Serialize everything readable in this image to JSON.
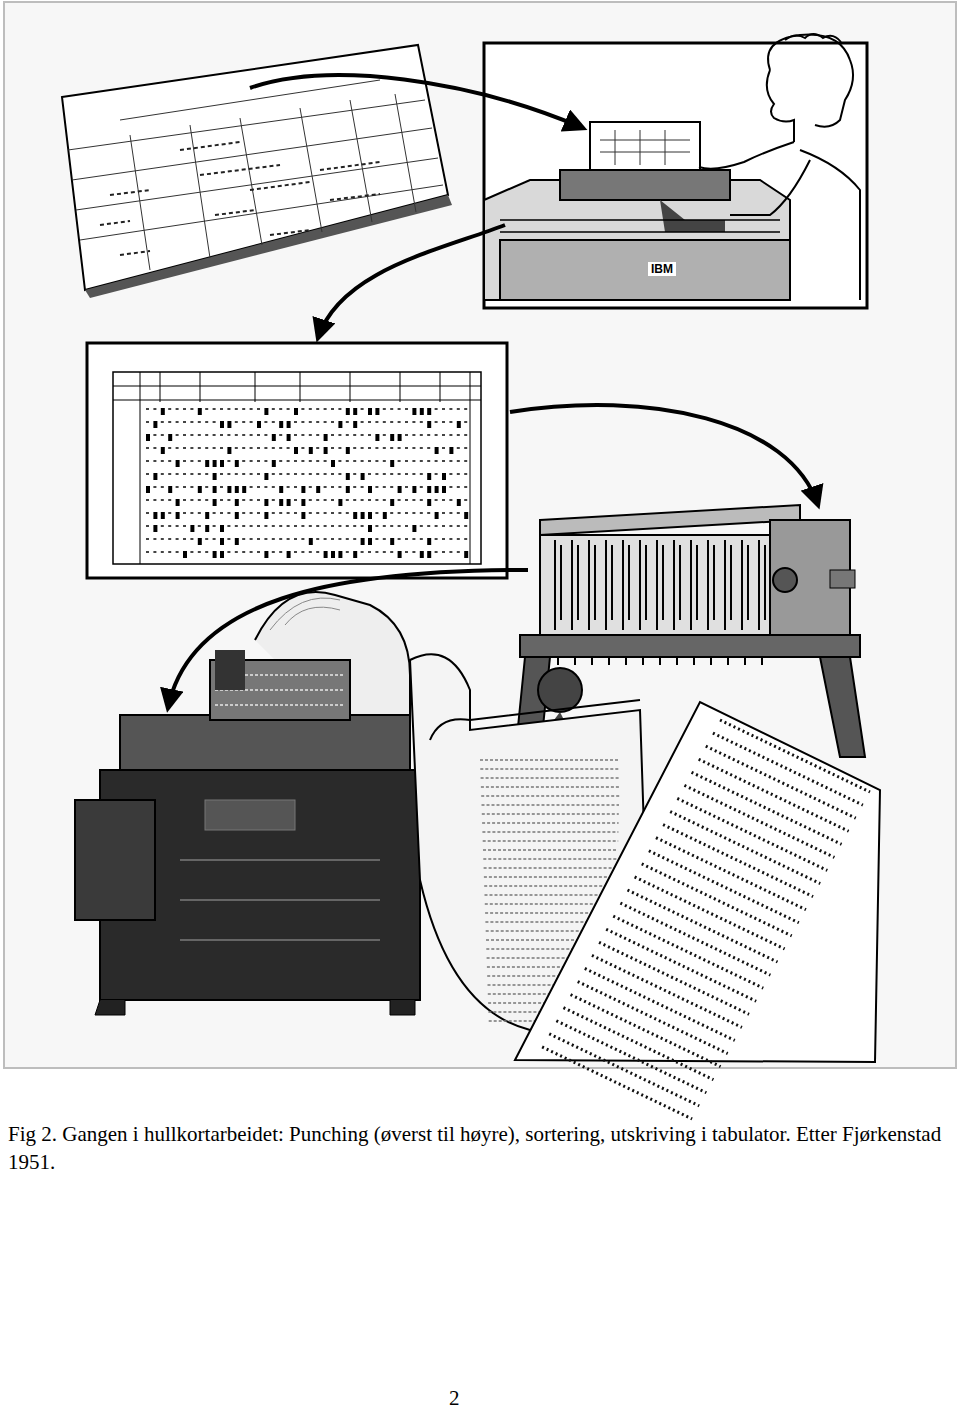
{
  "diagram": {
    "caption": "Fig 2. Gangen i hullkortarbeidet: Punching (øverst til høyre), sortering, utskriving i tabulator. Etter Fjørkenstad 1951.",
    "labels": [
      "IBM",
      "2"
    ]
  }
}
